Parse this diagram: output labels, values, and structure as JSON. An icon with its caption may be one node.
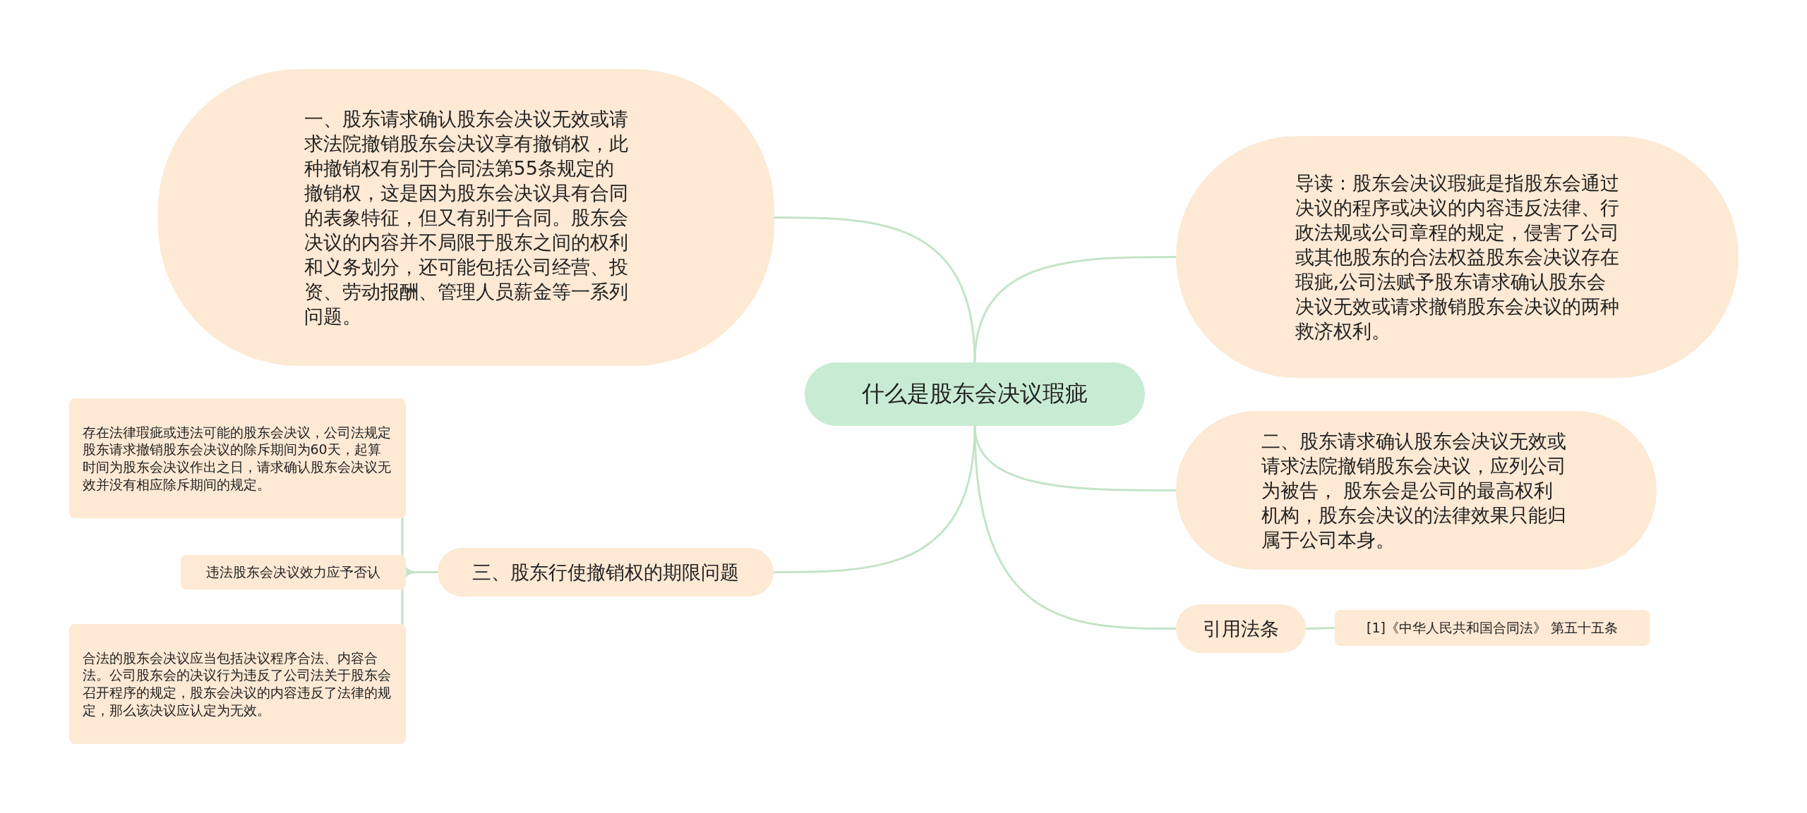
{
  "diagram": {
    "nodes": [
      {
        "text": [
          "什么是股东会决议瑕疵"
        ]
      },
      {
        "text": [
          "一、股东请求确认股东会决议无效或请求法院撤销股东会决议享有撤销权，此种撤销权有别于合同法第55条规定的撤销权，这是因为股东会决议具有合同的表象特征，但又有别于合同。股东会决议的内容并不局限于股东之间的权利和义务划分，还可能包括公司经营、投资、劳动报酬、管理人员薪金等一系列问题。"
        ]
      },
      {
        "text": [
          "导读：股东会决议瑕疵是指股东会通过决议的程序或决议的内容违反法律、行政法规或公司章程的规定，侵害了公司或其他股东的合法权益股东会决议存在瑕疵,公司法赋予股东请求确认股东会决议无效或请求撤销股东会决议的两种救济权利。"
        ]
      },
      {
        "text": [
          "二、股东请求确认股东会决议无效或请求法院撤销股东会决议，应列公司为被告， 股东会是公司的最高权利机构，股东会决议的法律效果只能归属于公司本身。"
        ]
      },
      {
        "text": [
          "三、股东行使撤销权的期限问题"
        ]
      },
      {
        "text": [
          "存在法律瑕疵或违法可能的股东会决议，公司法规定股东请求撤销股东会决议的除斥期间为60天，起算时间为股东会决议作出之日，请求确认股东会决议无效并没有相应除斥期间的规定。"
        ]
      },
      {
        "text": [
          "违法股东会决议效力应予否认"
        ]
      },
      {
        "text": [
          "合法的股东会决议应当包括决议程序合法、内容合法。公司股东会的决议行为违反了公司法关于股东会召开程序的规定，股东会决议的内容违反了法律的规定，那么该决议应认定为无效。"
        ]
      },
      {
        "text": [
          "引用法条"
        ]
      },
      {
        "text": [
          "[1]《中华人民共和国合同法》 第五十五条"
        ]
      }
    ],
    "edges": [
      {
        "from": 0,
        "to": 1,
        "arrow": "none"
      },
      {
        "from": 0,
        "to": 2,
        "arrow": "none"
      },
      {
        "from": 0,
        "to": 3,
        "arrow": "none"
      },
      {
        "from": 0,
        "to": 4,
        "arrow": "none"
      },
      {
        "from": 0,
        "to": 8,
        "arrow": "none"
      },
      {
        "from": 4,
        "to": 5,
        "arrow": "none"
      },
      {
        "from": 4,
        "to": 6,
        "arrow": "none"
      },
      {
        "from": 4,
        "to": 7,
        "arrow": "none"
      },
      {
        "from": 8,
        "to": 9,
        "arrow": "none"
      }
    ]
  }
}
